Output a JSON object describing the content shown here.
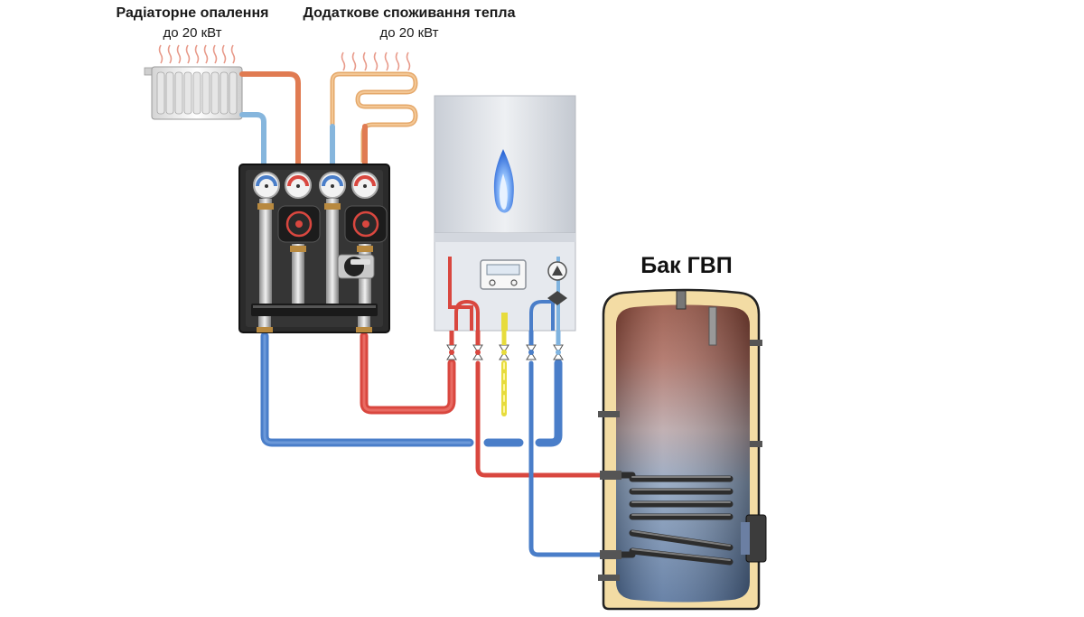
{
  "labels": {
    "radiator_title": "Радіаторне опалення",
    "radiator_power": "до 20 кВт",
    "extra_title": "Додаткове споживання тепла",
    "extra_power": "до 20 кВт",
    "tank_title": "Бак ГВП"
  },
  "colors": {
    "hot_pipe": "#d9473f",
    "cold_pipe": "#4a7ec9",
    "light_blue_pipe": "#7fb3df",
    "orange_pipe": "#e48a52",
    "gas_pipe": "#e7dc3c",
    "manifold_body": "#2b2b2b",
    "boiler_body": "#d9dde3",
    "tank_insulation": "#f3dca4"
  },
  "icons": {
    "radiator": "radiator-icon",
    "underfloor_coil": "heating-coil-icon",
    "flame": "flame-icon",
    "pump": "pump-icon",
    "thermometer": "thermometer-gauge-icon",
    "valve": "valve-icon"
  }
}
